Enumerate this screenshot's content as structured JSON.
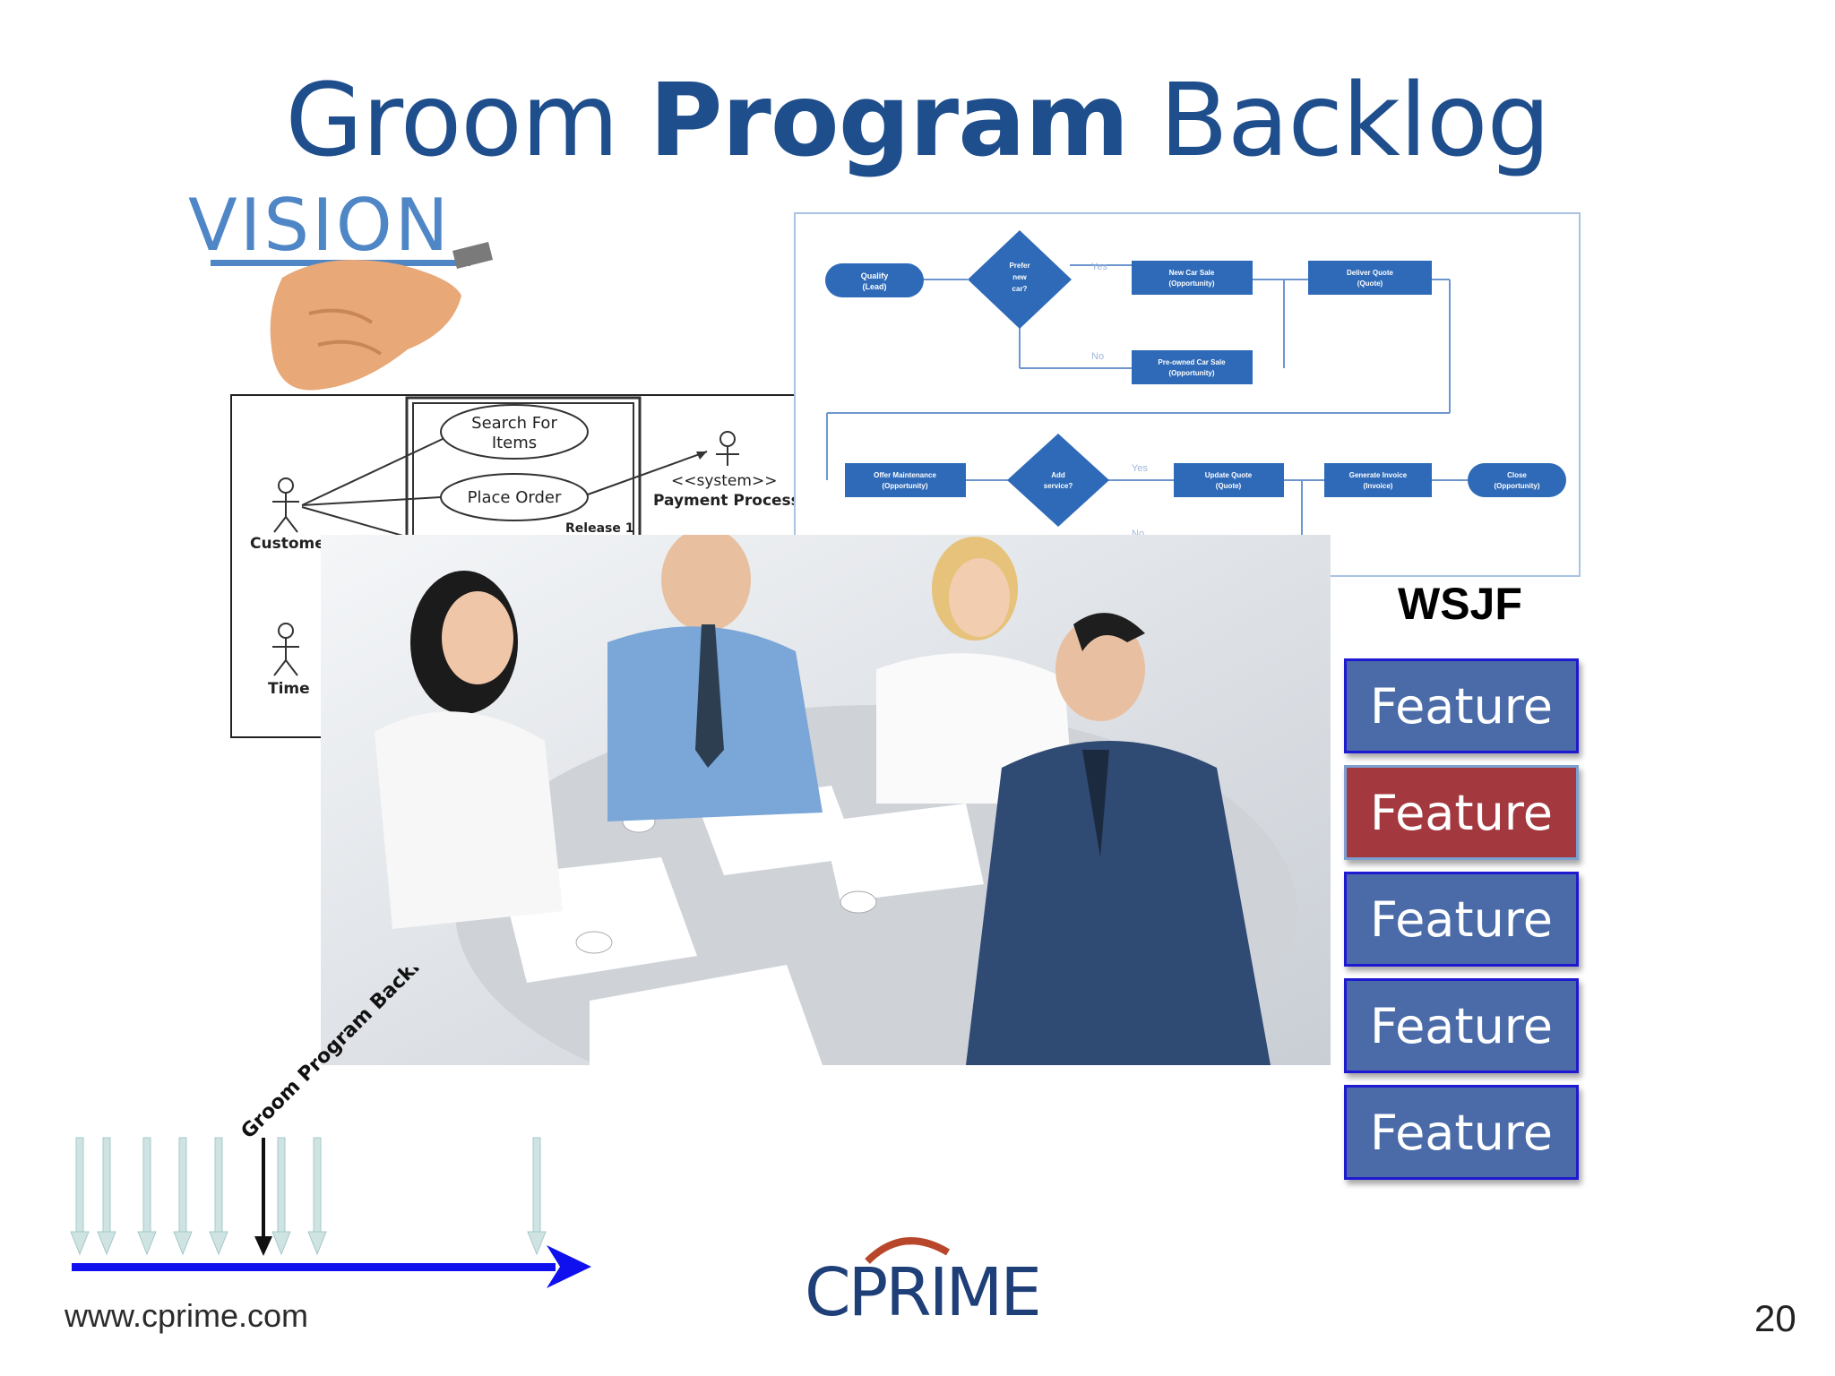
{
  "slide": {
    "title_pre": "Groom ",
    "title_bold": "Program",
    "title_post": " Backlog",
    "page_number": "20",
    "website": "www.cprime.com",
    "logo_text": "CPRIME"
  },
  "vision": {
    "word": "VISION"
  },
  "usecase": {
    "actors": [
      "Customer",
      "Time"
    ],
    "cases": [
      "Search For",
      "Items",
      "Place Order"
    ],
    "system_stereotype": "<<system>>",
    "system_actor": "Payment Processo",
    "release_label": "Release 1"
  },
  "flowchart": {
    "nodes": [
      "Qualify",
      "(Lead)",
      "Prefer",
      "new",
      "car?",
      "New Car Sale",
      "(Opportunity)",
      "Deliver Quote",
      "(Quote)",
      "Pre-owned Car Sale",
      "(Opportunity)",
      "Offer Maintenance",
      "(Opportunity)",
      "Add",
      "service?",
      "Update Quote",
      "(Quote)",
      "Generate Invoice",
      "(Invoice)",
      "Close",
      "(Opportunity)"
    ],
    "yes_label": "Yes",
    "no_label": "No"
  },
  "wsjf": {
    "heading": "WSJF",
    "features": [
      "Feature",
      "Feature",
      "Feature",
      "Feature",
      "Feature"
    ]
  },
  "timeline": {
    "label": "Groom Program Backlog"
  },
  "colors": {
    "title": "#1f4e8c",
    "feature_blue": "#4a6aa8",
    "feature_red": "#a3393f",
    "timeline_axis": "#1010ee",
    "flow_node": "#2e6ab8"
  }
}
